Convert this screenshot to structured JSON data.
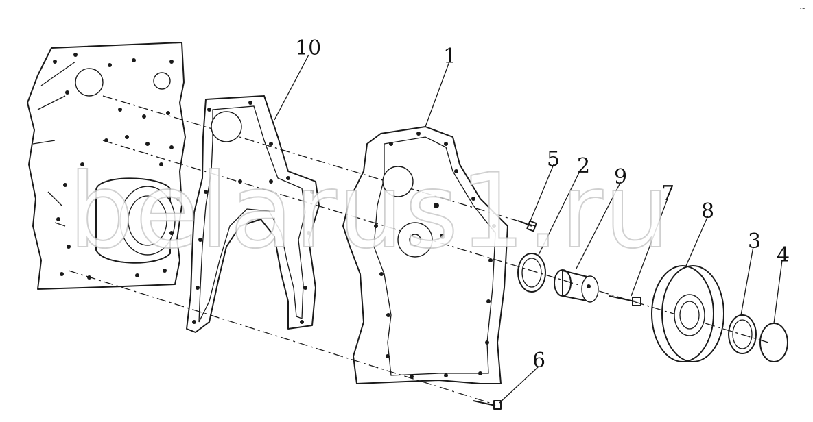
{
  "diagram": {
    "watermark": "belarus1.ru",
    "corner_mark": "~",
    "callouts": {
      "n1": "1",
      "n2": "2",
      "n3": "3",
      "n4": "4",
      "n5": "5",
      "n6": "6",
      "n7": "7",
      "n8": "8",
      "n9": "9",
      "n10": "10"
    }
  }
}
